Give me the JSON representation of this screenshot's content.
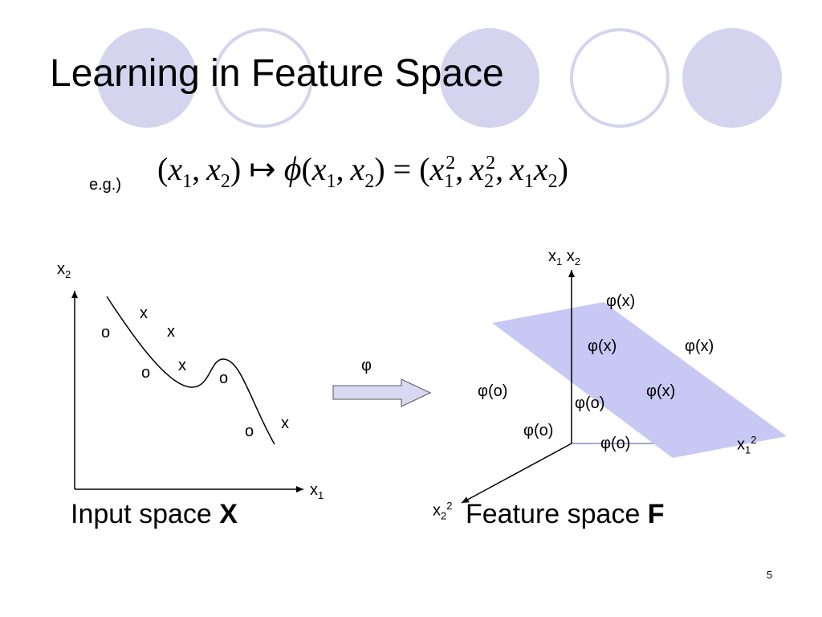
{
  "slide": {
    "title": "Learning in Feature Space",
    "page_number": "5"
  },
  "formula": {
    "prefix": "e.g.)",
    "x": "x",
    "sub1": "1",
    "sub2": "2",
    "sup2": "2",
    "maps_to": "↦",
    "phi": "ϕ",
    "equals": "="
  },
  "input_space": {
    "axis_y_label": "x",
    "axis_y_sub": "2",
    "axis_x_label": "x",
    "axis_x_sub": "1",
    "caption": "Input space ",
    "caption_bold": "X",
    "points": [
      "x",
      "o",
      "x",
      "x",
      "o",
      "o",
      "o",
      "x"
    ]
  },
  "arrow": {
    "label": "φ"
  },
  "feature_space": {
    "axis_up_label": "x",
    "axis_up_sub1": "1",
    "axis_up_label2": "x",
    "axis_up_sub2": "2",
    "axis_right_label": "x",
    "axis_right_sub": "1",
    "axis_right_sup": "2",
    "axis_left_label": "x",
    "axis_left_sub": "2",
    "axis_left_sup": "2",
    "caption": "Feature space ",
    "caption_bold": "F",
    "points": [
      "φ(x)",
      "φ(x)",
      "φ(x)",
      "φ(x)",
      "φ(o)",
      "φ(o)",
      "φ(o)",
      "φ(o)"
    ]
  },
  "colors": {
    "circle_fill": "#d4d4ee",
    "circle_outline": "#d4d4ee",
    "plane_fill": "#c8c8f5",
    "arrow_fill": "#d8d8f2",
    "line": "#000000"
  }
}
